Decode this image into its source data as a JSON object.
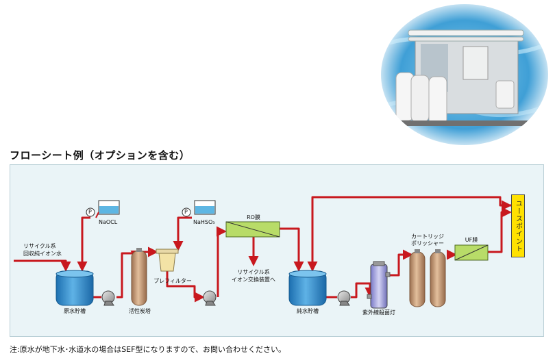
{
  "title": "フローシート例（オプションを含む）",
  "note": "注:原水が地下水･水道水の場合はSEF型になりますので、お問い合わせください。",
  "inputs": {
    "recycle_line1": "リサイクル系",
    "recycle_line2": "回収純イオン水"
  },
  "chemicals": {
    "naocl": "NaOCL",
    "nahso3": "NaHSO₃"
  },
  "pump_symbol": "P",
  "equipment": {
    "raw_tank": "原水貯槽",
    "carbon": "活性炭塔",
    "prefilter": "プレフィルター",
    "ro": "RO膜",
    "ro_reject_line1": "リサイクル系",
    "ro_reject_line2": "イオン交換装置へ",
    "pure_tank": "純水貯槽",
    "uv": "紫外線殺菌灯",
    "cartridge_line1": "カートリッジ",
    "cartridge_line2": "ポリッシャー",
    "uf": "UF膜",
    "use_point": "ユースポイント"
  },
  "colors": {
    "pipe": "#c8181e",
    "tank": "#2f86c8",
    "vessel": "#c89a72",
    "membrane": "#b8dc68",
    "use_point": "#ffe100"
  }
}
